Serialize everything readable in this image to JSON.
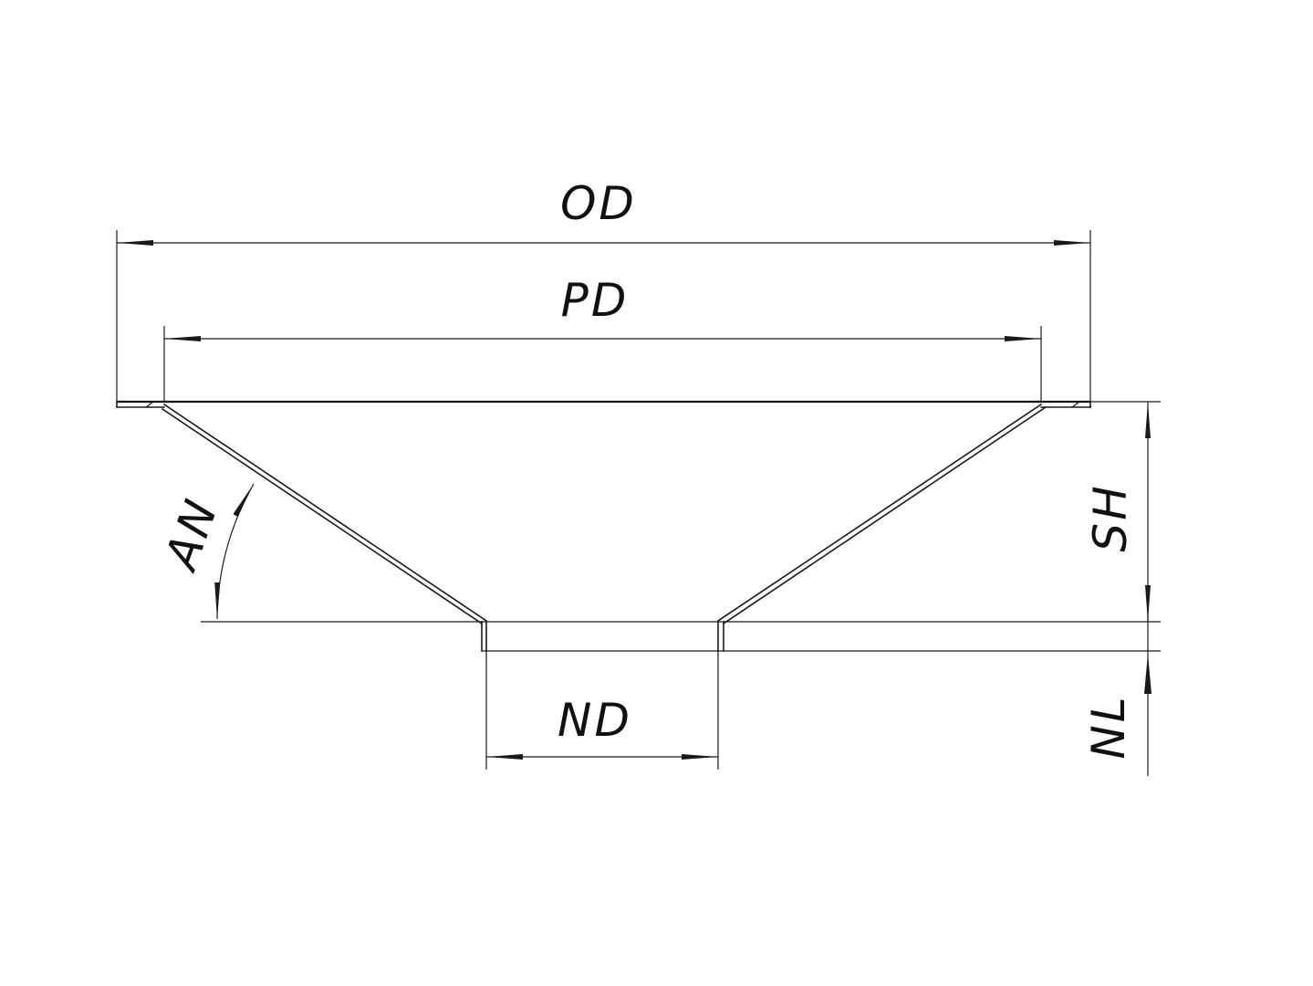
{
  "diagram": {
    "labels": {
      "od": "OD",
      "pd": "PD",
      "sh": "SH",
      "an": "AN",
      "nd": "ND",
      "nl": "NL"
    },
    "line_color": "#1a1a1a",
    "background": "#ffffff"
  }
}
